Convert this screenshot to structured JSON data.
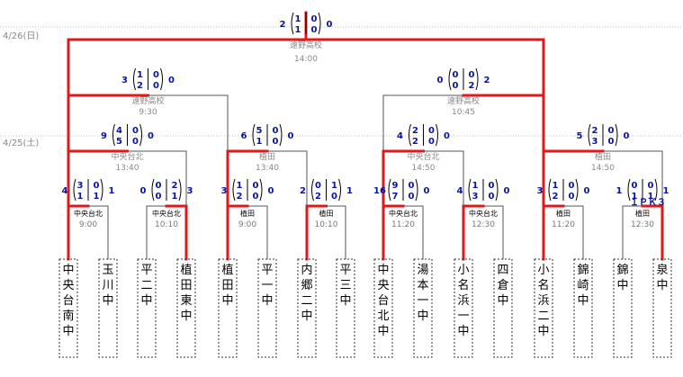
{
  "dates": {
    "round2": "4/26(日)",
    "round1": "4/25(土)"
  },
  "teams": [
    "中央台南中",
    "玉川中",
    "平二中",
    "植田東中",
    "植田中",
    "平一中",
    "内郷二中",
    "平三中",
    "中央台北中",
    "湯本一中",
    "小名浜一中",
    "四倉中",
    "小名浜二中",
    "錦崎中",
    "錦中",
    "泉中"
  ],
  "r1": [
    {
      "venue": "中央台北",
      "time": "9:00",
      "lt": "4",
      "lh": [
        "3",
        "1"
      ],
      "rh": [
        "0",
        "1"
      ],
      "rt": "1"
    },
    {
      "venue": "中央台北",
      "time": "10:10",
      "lt": "0",
      "lh": [
        "0",
        "0"
      ],
      "rh": [
        "2",
        "1"
      ],
      "rt": "3"
    },
    {
      "venue": "植田",
      "time": "9:00",
      "lt": "3",
      "lh": [
        "1",
        "2"
      ],
      "rh": [
        "0",
        "0"
      ],
      "rt": "0"
    },
    {
      "venue": "植田",
      "time": "10:10",
      "lt": "2",
      "lh": [
        "0",
        "2"
      ],
      "rh": [
        "1",
        "0"
      ],
      "rt": "1"
    },
    {
      "venue": "中央台北",
      "time": "11:20",
      "lt": "16",
      "lh": [
        "9",
        "7"
      ],
      "rh": [
        "0",
        "0"
      ],
      "rt": "0"
    },
    {
      "venue": "中央台北",
      "time": "12:30",
      "lt": "4",
      "lh": [
        "1",
        "3"
      ],
      "rh": [
        "0",
        "0"
      ],
      "rt": "0"
    },
    {
      "venue": "植田",
      "time": "11:20",
      "lt": "3",
      "lh": [
        "1",
        "2"
      ],
      "rh": [
        "0",
        "0"
      ],
      "rt": "0"
    },
    {
      "venue": "植田",
      "time": "12:30",
      "lt": "1",
      "lh": [
        "0",
        "1"
      ],
      "rh": [
        "0",
        "1"
      ],
      "rt": "1",
      "pk": "１ＰＫ３"
    }
  ],
  "qf": [
    {
      "venue": "中央台北",
      "time": "13:40",
      "lt": "9",
      "lh": [
        "4",
        "5"
      ],
      "rh": [
        "0",
        "0"
      ],
      "rt": "0"
    },
    {
      "venue": "植田",
      "time": "13:40",
      "lt": "6",
      "lh": [
        "5",
        "1"
      ],
      "rh": [
        "0",
        "0"
      ],
      "rt": "0"
    },
    {
      "venue": "中央台北",
      "time": "14:50",
      "lt": "4",
      "lh": [
        "2",
        "2"
      ],
      "rh": [
        "0",
        "0"
      ],
      "rt": "0"
    },
    {
      "venue": "植田",
      "time": "14:50",
      "lt": "5",
      "lh": [
        "2",
        "3"
      ],
      "rh": [
        "0",
        "0"
      ],
      "rt": "0"
    }
  ],
  "sf": [
    {
      "venue": "遠野高校",
      "time": "9:30",
      "lt": "3",
      "lh": [
        "1",
        "2"
      ],
      "rh": [
        "0",
        "0"
      ],
      "rt": "0"
    },
    {
      "venue": "遠野高校",
      "time": "10:45",
      "lt": "0",
      "lh": [
        "0",
        "0"
      ],
      "rh": [
        "0",
        "2"
      ],
      "rt": "2"
    }
  ],
  "final": {
    "venue": "遠野高校",
    "time": "14:00",
    "lt": "2",
    "lh": [
      "1",
      "1"
    ],
    "rh": [
      "0",
      "0"
    ],
    "rt": "0"
  }
}
